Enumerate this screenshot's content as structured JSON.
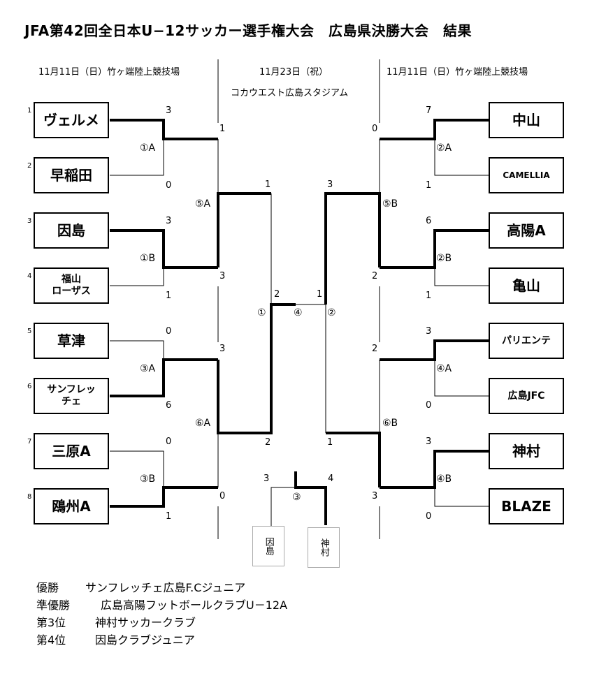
{
  "title": "JFA第42回全日本U−12サッカー選手権大会　広島県決勝大会　結果",
  "headers": {
    "left": "11月11日（日）竹ヶ端陸上競技場",
    "center_date": "11月23日（祝）",
    "center_venue": "コカウエスト広島スタジアム",
    "right": "11月11日（日）竹ヶ端陸上競技場"
  },
  "teams": [
    {
      "seed": "1",
      "name": "ヴェルメ"
    },
    {
      "seed": "2",
      "name": "早稲田"
    },
    {
      "seed": "3",
      "name": "因島"
    },
    {
      "seed": "4",
      "name": "福山ローザス"
    },
    {
      "seed": "5",
      "name": "草津"
    },
    {
      "seed": "6",
      "name": "サンフレッチェ"
    },
    {
      "seed": "7",
      "name": "三原A"
    },
    {
      "seed": "8",
      "name": "鴎州A"
    },
    {
      "name": "中山"
    },
    {
      "name": "CAMELLIA"
    },
    {
      "name": "高陽A"
    },
    {
      "name": "亀山"
    },
    {
      "name": "パリエンテ"
    },
    {
      "name": "広島JFC"
    },
    {
      "name": "神村"
    },
    {
      "name": "BLAZE"
    }
  ],
  "team_lines": {
    "t4a": "福山",
    "t4b": "ローザス",
    "t6a": "サンフレッ",
    "t6b": "チェ"
  },
  "matches": {
    "m1A": {
      "label": "①A",
      "s1": "3",
      "s2": "0"
    },
    "m1B": {
      "label": "①B",
      "s1": "3",
      "s2": "1"
    },
    "m3A": {
      "label": "③A",
      "s1": "0",
      "s2": "6"
    },
    "m3B": {
      "label": "③B",
      "s1": "0",
      "s2": "1"
    },
    "m5A": {
      "label": "⑤A",
      "s1": "1",
      "s2": "3"
    },
    "m6A": {
      "label": "⑥A",
      "s1": "3",
      "s2": "0"
    },
    "m2A": {
      "label": "②A",
      "s1": "7",
      "s2": "1"
    },
    "m2B": {
      "label": "②B",
      "s1": "6",
      "s2": "1"
    },
    "m4A": {
      "label": "④A",
      "s1": "3",
      "s2": "0"
    },
    "m4B": {
      "label": "④B",
      "s1": "3",
      "s2": "0"
    },
    "m5B": {
      "label": "⑤B",
      "s1": "0",
      "s2": "2"
    },
    "m6B": {
      "label": "⑥B",
      "s1": "2",
      "s2": "3"
    },
    "sf1": {
      "label": "①",
      "s1": "1",
      "s2": "2"
    },
    "sf2": {
      "label": "②",
      "s1": "3",
      "s2": "1"
    },
    "final": {
      "label": "④",
      "s1": "2",
      "s2": "1"
    },
    "third": {
      "label": "③",
      "s1": "3",
      "s2": "4",
      "team1": "因島",
      "team2": "神村"
    }
  },
  "results": [
    {
      "rank": "優勝",
      "team": "サンフレッチェ広島F.Cジュニア"
    },
    {
      "rank": "準優勝",
      "team": "広島高陽フットボールクラブU－12A"
    },
    {
      "rank": "第3位",
      "team": "神村サッカークラブ"
    },
    {
      "rank": "第4位",
      "team": "因島クラブジュニア"
    }
  ]
}
